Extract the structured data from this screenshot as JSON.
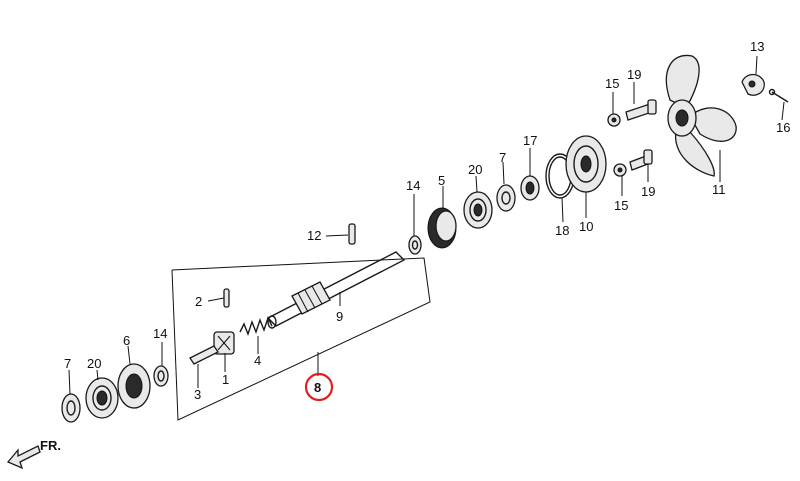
{
  "diagram": {
    "labels": {
      "p1": "1",
      "p2": "2",
      "p3": "3",
      "p4": "4",
      "p5": "5",
      "p6": "6",
      "p7a": "7",
      "p7b": "7",
      "p8": "8",
      "p9": "9",
      "p10": "10",
      "p11": "11",
      "p12": "12",
      "p13": "13",
      "p14a": "14",
      "p14b": "14",
      "p15a": "15",
      "p15b": "15",
      "p16": "16",
      "p17": "17",
      "p18": "18",
      "p19a": "19",
      "p19b": "19",
      "p20a": "20",
      "p20b": "20"
    },
    "front_marker": "FR.",
    "highlight_color": "#e02020"
  }
}
